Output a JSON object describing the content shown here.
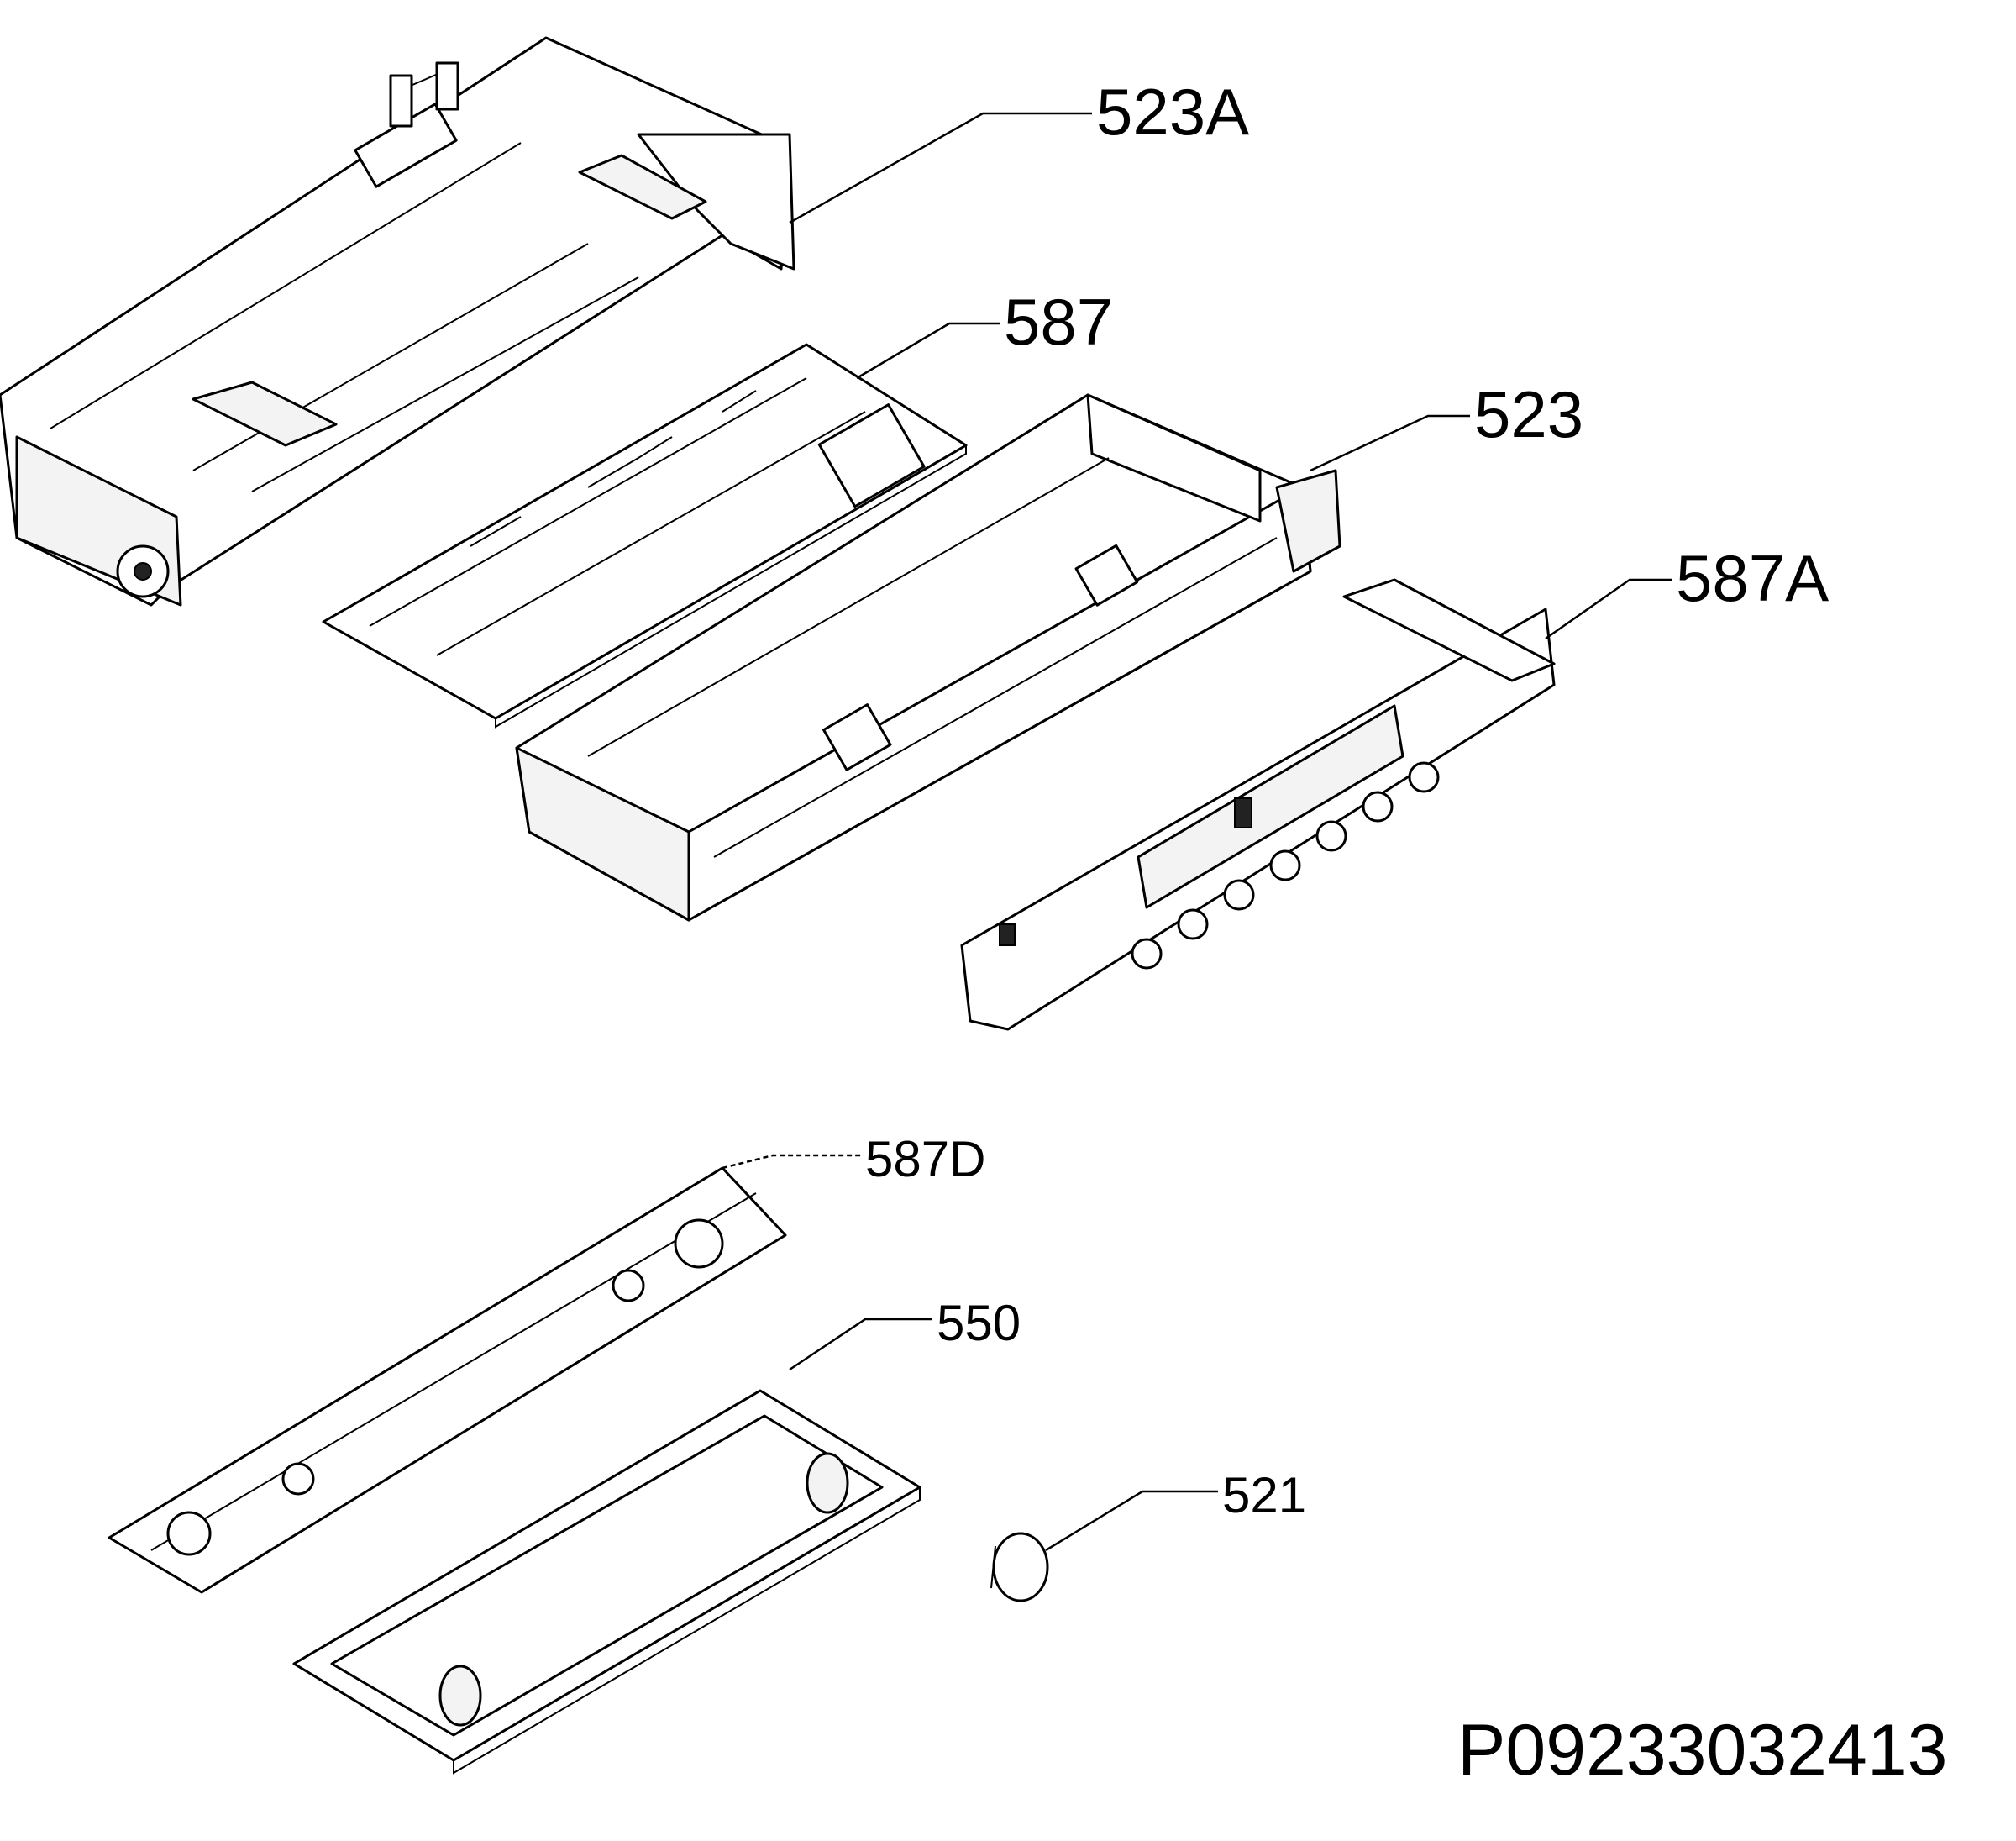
{
  "diagram": {
    "part_labels": {
      "p523A": "523A",
      "p587": "587",
      "p523": "523",
      "p587A": "587A",
      "p587D": "587D",
      "p550": "550",
      "p521": "521"
    },
    "drawing_code": "P09233032413"
  }
}
